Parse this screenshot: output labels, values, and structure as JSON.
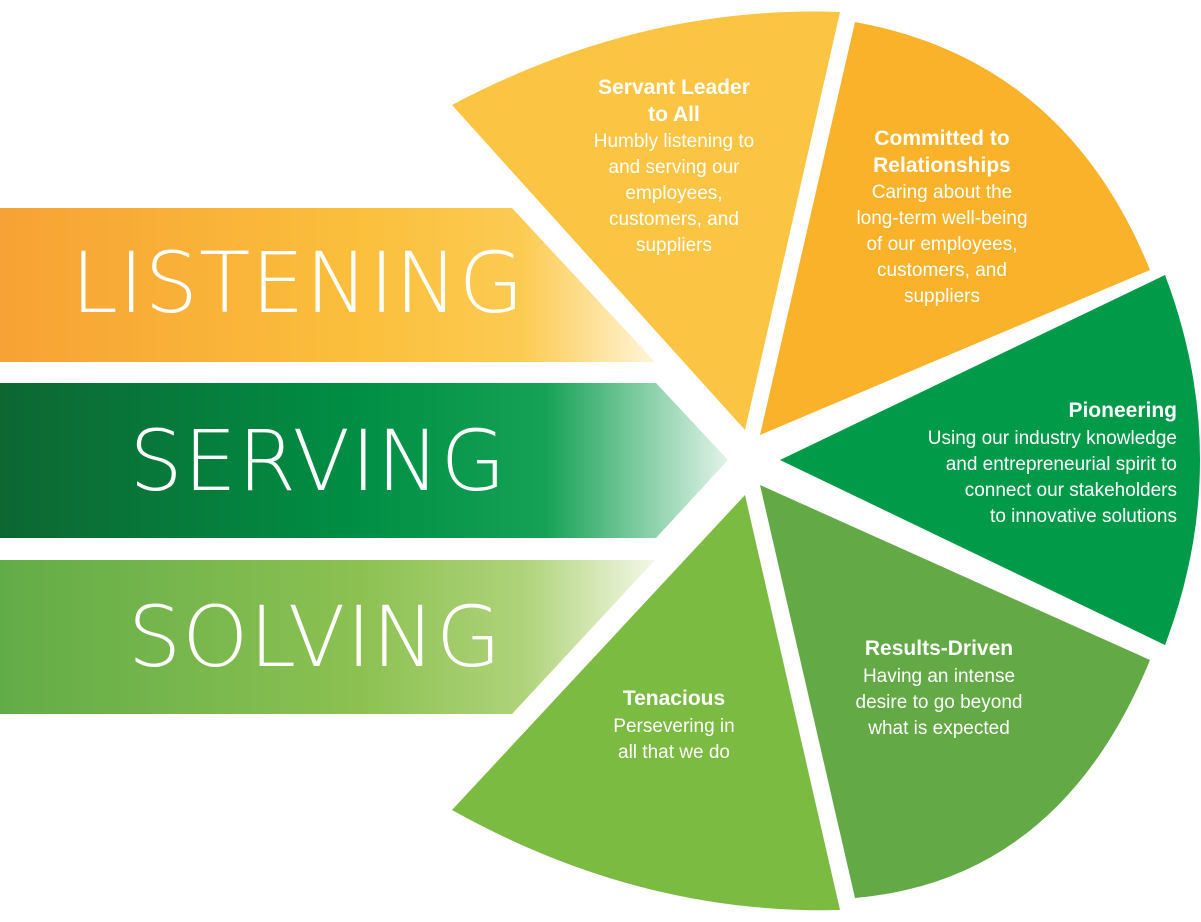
{
  "bands": [
    {
      "id": "listening",
      "label": "LISTENING"
    },
    {
      "id": "serving",
      "label": "SERVING"
    },
    {
      "id": "solving",
      "label": "SOLVING"
    }
  ],
  "segments": [
    {
      "id": "servant-leader",
      "title": [
        "Servant Leader",
        "to All"
      ],
      "body": [
        "Humbly listening to",
        "and serving our",
        "employees,",
        "customers, and",
        "suppliers"
      ],
      "color": "#FBC443"
    },
    {
      "id": "committed",
      "title": [
        "Committed to",
        "Relationships"
      ],
      "body": [
        "Caring about the",
        "long-term well-being",
        "of our employees,",
        "customers, and",
        "suppliers"
      ],
      "color": "#F9B22A"
    },
    {
      "id": "pioneering",
      "title": [
        "Pioneering"
      ],
      "body": [
        "Using our industry knowledge",
        "and entrepreneurial spirit to",
        "connect our stakeholders",
        "to innovative solutions"
      ],
      "color": "#009A48"
    },
    {
      "id": "results-driven",
      "title": [
        "Results-Driven"
      ],
      "body": [
        "Having an intense",
        "desire to go beyond",
        "what is expected"
      ],
      "color": "#63A945"
    },
    {
      "id": "tenacious",
      "title": [
        "Tenacious"
      ],
      "body": [
        "Persevering in",
        "all that we do"
      ],
      "color": "#7CBB42"
    }
  ]
}
